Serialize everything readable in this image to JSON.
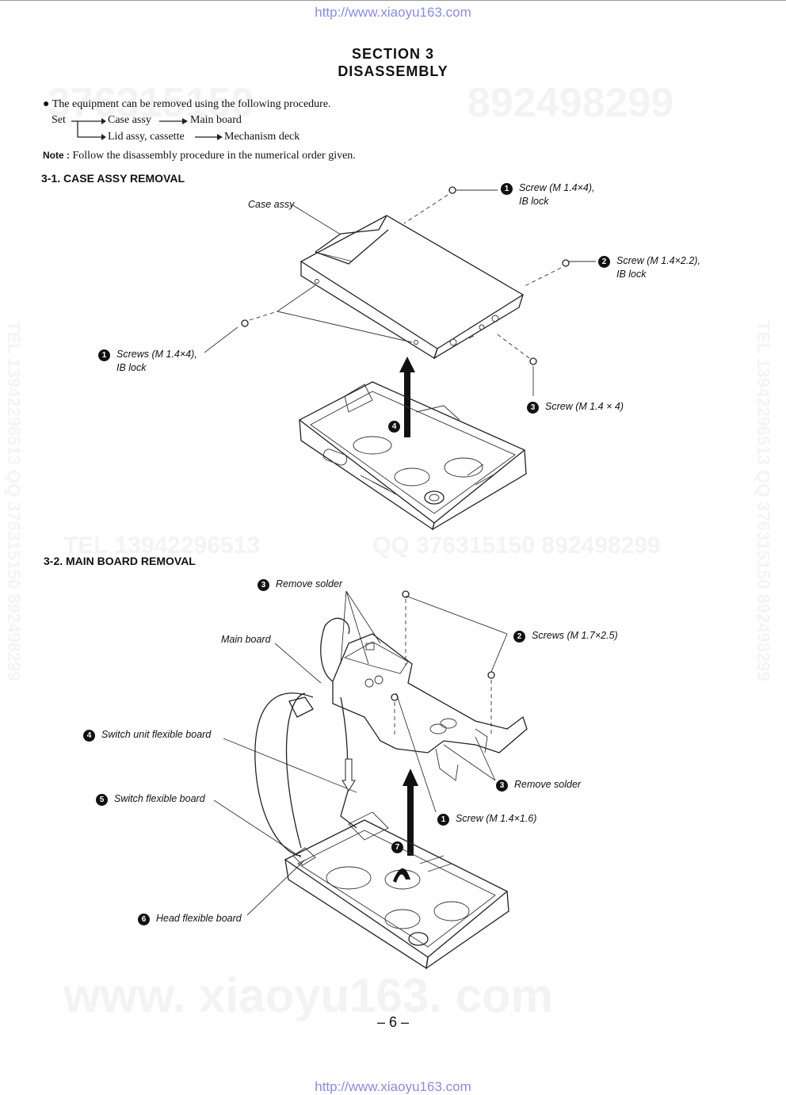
{
  "watermark": {
    "url": "http://www.xiaoyu163.com",
    "qq1": "376315150",
    "qq2": "892498299",
    "tel": "TEL 13942296513",
    "qqline": "QQ 376315150 892498299",
    "site": "www. xiaoyu163. com",
    "side": "TEL 13942296513 QQ 376315150 892498299"
  },
  "header": {
    "section": "SECTION 3",
    "title": "DISASSEMBLY"
  },
  "intro": {
    "bullet": "The equipment can be removed using the following procedure.",
    "set": "Set",
    "case_assy": "Case assy",
    "main_board": "Main board",
    "lid_assy": "Lid assy, cassette",
    "mech_deck": "Mechanism deck",
    "note_label": "Note :",
    "note_text": "Follow the disassembly procedure in the numerical order given."
  },
  "sec1": {
    "heading": "3-1. CASE ASSY REMOVAL",
    "case_assy_label": "Case assy",
    "c1a_num": "1",
    "c1a_l1": "Screw (M 1.4×4),",
    "c1a_l2": "IB lock",
    "c2_num": "2",
    "c2_l1": "Screw (M 1.4×2.2),",
    "c2_l2": "IB lock",
    "c1b_num": "1",
    "c1b_l1": "Screws (M 1.4×4),",
    "c1b_l2": "IB lock",
    "c3_num": "3",
    "c3_l1": "Screw (M 1.4 × 4)",
    "c4_num": "4"
  },
  "sec2": {
    "heading": "3-2. MAIN BOARD  REMOVAL",
    "c3a_num": "3",
    "c3a_text": "Remove solder",
    "main_board_label": "Main board",
    "c2_num": "2",
    "c2_text": "Screws (M 1.7×2.5)",
    "c4_num": "4",
    "c4_text": "Switch unit flexible board",
    "c3b_num": "3",
    "c3b_text": "Remove solder",
    "c1_num": "1",
    "c1_text": "Screw (M 1.4×1.6)",
    "c5_num": "5",
    "c5_text": "Switch flexible board",
    "c7_num": "7",
    "c6_num": "6",
    "c6_text": "Head flexible board"
  },
  "footer": {
    "page": "– 6 –"
  }
}
